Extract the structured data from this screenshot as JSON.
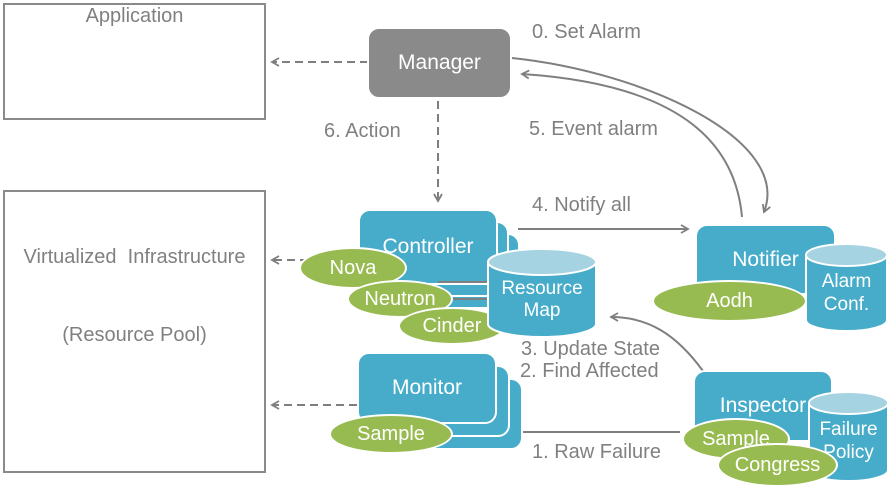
{
  "nodes": {
    "application": {
      "label": "Application"
    },
    "virtualized_infrastructure": {
      "label_line1": "Virtualized  Infrastructure",
      "label_line2": "(Resource Pool)"
    },
    "manager": {
      "label": "Manager"
    },
    "controller": {
      "label": "Controller"
    },
    "monitor": {
      "label": "Monitor"
    },
    "notifier": {
      "label": "Notifier"
    },
    "inspector": {
      "label": "Inspector"
    }
  },
  "plugins": {
    "nova": {
      "label": "Nova"
    },
    "neutron": {
      "label": "Neutron"
    },
    "cinder": {
      "label": "Cinder"
    },
    "monitor_sample": {
      "label": "Sample"
    },
    "aodh": {
      "label": "Aodh"
    },
    "inspector_sample": {
      "label": "Sample"
    },
    "congress": {
      "label": "Congress"
    }
  },
  "datastores": {
    "resource_map": {
      "label_line1": "Resource",
      "label_line2": "Map"
    },
    "alarm_conf": {
      "label_line1": "Alarm",
      "label_line2": "Conf."
    },
    "failure_policy": {
      "label_line1": "Failure",
      "label_line2": "Policy"
    }
  },
  "steps": {
    "step0": {
      "label": "0. Set Alarm"
    },
    "step1": {
      "label": "1. Raw Failure"
    },
    "step2": {
      "label": "2. Find Affected"
    },
    "step3": {
      "label": "3. Update State"
    },
    "step4": {
      "label": "4. Notify all"
    },
    "step5": {
      "label": "5. Event alarm"
    },
    "step6": {
      "label": "6. Action"
    }
  },
  "colors": {
    "node_blue": "#46acc9",
    "cylinder_top_blue": "#a6d3e2",
    "plugin_green": "#98bb51",
    "manager_gray": "#8a8a8a",
    "line_gray": "#7f7f7f",
    "text_gray": "#808080"
  }
}
